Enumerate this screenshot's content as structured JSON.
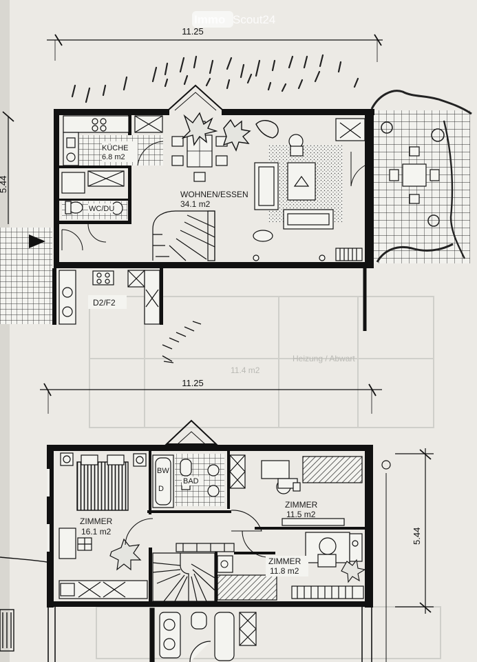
{
  "watermark": {
    "part1": "Immo",
    "part2": "Scout24"
  },
  "ground_floor": {
    "width_dimension": "11.25",
    "depth_dimension": "5.44",
    "rooms": [
      {
        "name": "KÜCHE",
        "area": "6.8 m2"
      },
      {
        "name": "WC/DU",
        "area": ""
      },
      {
        "name": "WOHNEN/ESSEN",
        "area": "34.1 m2"
      },
      {
        "name": "D2/F2",
        "area": ""
      }
    ]
  },
  "upper_floor": {
    "width_dimension": "11.25",
    "depth_dimension": "5.44",
    "rooms": [
      {
        "name": "BW",
        "area": ""
      },
      {
        "name": "D",
        "area": ""
      },
      {
        "name": "BAD",
        "area": ""
      },
      {
        "name": "ZIMMER",
        "area": "11.5 m2"
      },
      {
        "name": "ZIMMER",
        "area": "16.1 m2"
      },
      {
        "name": "ZIMMER",
        "area": "11.8 m2"
      }
    ]
  },
  "show_through_text": [
    "Heizung / Abwart",
    "11.4 m2"
  ]
}
